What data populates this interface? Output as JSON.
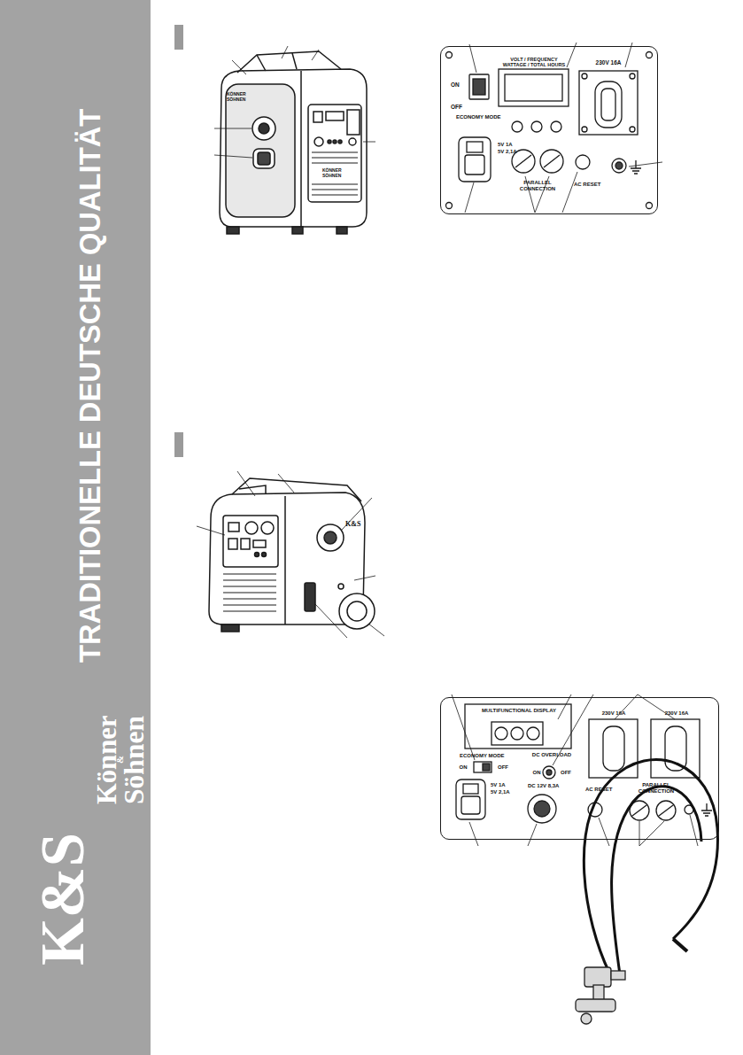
{
  "diagram": {
    "nodes": [
      {
        "text": [
          "TRADITIONELLE DEUTSCHE QUALITÄT",
          "K&S",
          "Könner",
          "&",
          "Söhnen"
        ]
      },
      {
        "text": [
          "ON",
          "OFF",
          "ECONOMY MODE",
          "VOLT / FREQUENCY WATTAGE / TOTAL HOURS",
          "230V 16A",
          "5V 1A",
          "5V 2,1A",
          "PARALLEL CONNECTION",
          "AC RESET"
        ]
      },
      {
        "text": [
          "MULTIFUNCTIONAL DISPLAY",
          "ECONOMY MODE",
          "ON",
          "OFF",
          "DC OVERLOAD",
          "ON",
          "OFF",
          "230V 16A",
          "230V 16A",
          "5V 1A",
          "5V 2,1A",
          "DC 12V 8,3A",
          "AC RESET",
          "PARALLEL CONNECTION"
        ]
      }
    ],
    "labels": [
      "KÖNNER SÖHNEN",
      "KÖNNER SÖHNEN",
      "K&S"
    ]
  }
}
